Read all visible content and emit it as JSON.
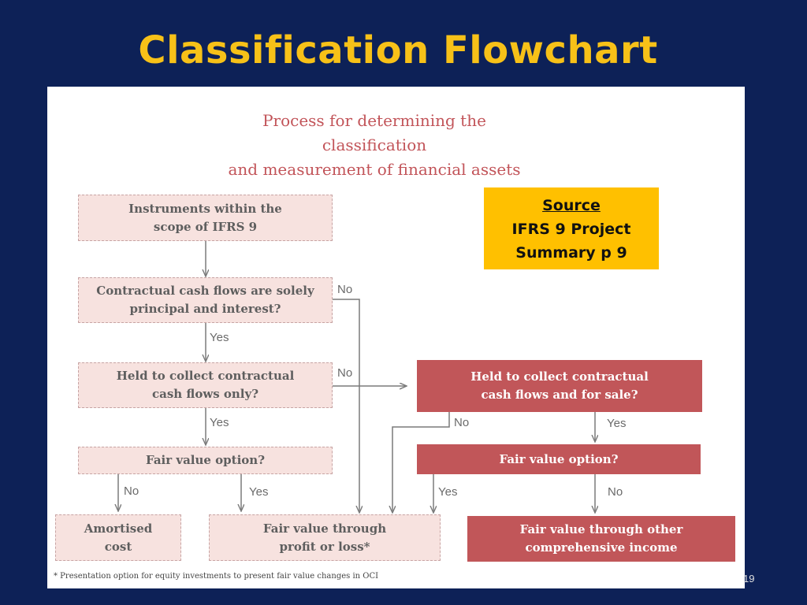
{
  "slide": {
    "title": "Classification Flowchart",
    "page_number": "19"
  },
  "diagram": {
    "title_line1": "Process for determining the classification",
    "title_line2": "and measurement of financial assets",
    "footnote": "* Presentation option for equity investments to present fair value changes in OCI"
  },
  "source_note": {
    "heading": "Source",
    "line1": "IFRS 9 Project",
    "line2": "Summary p 9",
    "color": "#ffc000"
  },
  "boxes": {
    "instruments": "Instruments within the\nscope of IFRS 9",
    "cash_flows_test": "Contractual cash flows are solely\nprincipal and interest?",
    "held_to_collect": "Held to collect contractual\ncash flows only?",
    "fair_value_option_left": "Fair value option?",
    "amortised_cost": "Amortised\ncost",
    "fvtpl": "Fair value through\nprofit or loss*",
    "held_to_collect_and_sell": "Held to collect contractual\ncash flows and for sale?",
    "fair_value_option_right": "Fair value option?",
    "fvoci": "Fair value through other\ncomprehensive income"
  },
  "labels": {
    "no_1": "No",
    "yes_1": "Yes",
    "no_2": "No",
    "yes_2": "Yes",
    "no_3": "No",
    "yes_3": "Yes",
    "no_4": "No",
    "yes_4": "Yes",
    "yes_5": "Yes",
    "no_5": "No"
  },
  "colors": {
    "background": "#0d2157",
    "title": "#f7c118",
    "light_box": "#f7e2df",
    "dark_box": "#c15659",
    "arrow": "#7a7a7a"
  }
}
